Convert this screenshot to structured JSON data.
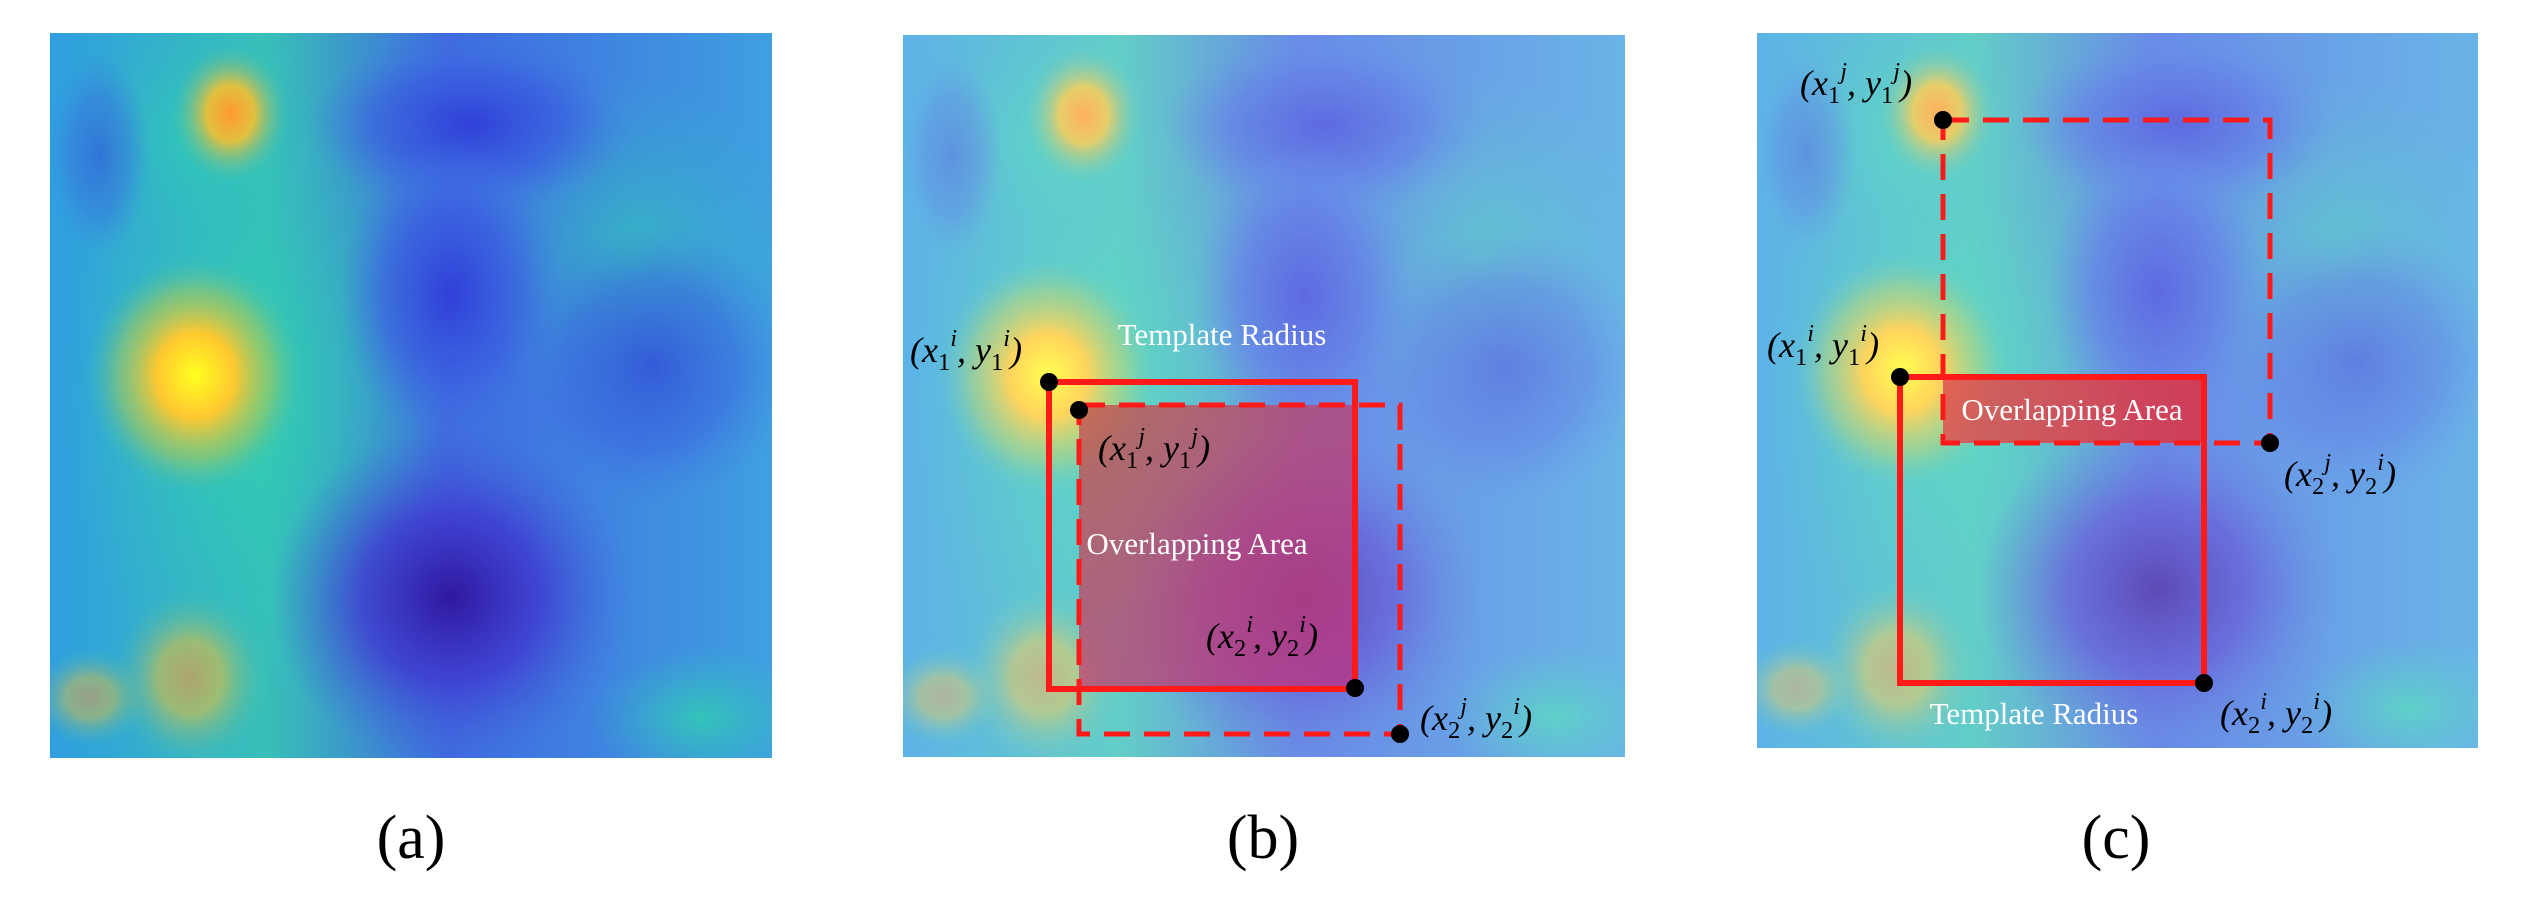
{
  "panels": [
    {
      "id": "a",
      "caption": "(a)"
    },
    {
      "id": "b",
      "caption": "(b)",
      "template_radius": "Template Radius",
      "overlap_label": "Overlapping Area",
      "points": {
        "i1": {
          "v1": "x",
          "s1": "1",
          "p1": "i",
          "v2": "y",
          "s2": "1",
          "p2": "i"
        },
        "j1": {
          "v1": "x",
          "s1": "1",
          "p1": "j",
          "v2": "y",
          "s2": "1",
          "p2": "j"
        },
        "i2": {
          "v1": "x",
          "s1": "2",
          "p1": "i",
          "v2": "y",
          "s2": "2",
          "p2": "i"
        },
        "j2": {
          "v1": "x",
          "s1": "2",
          "p1": "j",
          "v2": "y",
          "s2": "2",
          "p2": "i"
        }
      }
    },
    {
      "id": "c",
      "caption": "(c)",
      "template_radius": "Template Radius",
      "overlap_label": "Overlapping Area",
      "points": {
        "j1": {
          "v1": "x",
          "s1": "1",
          "p1": "j",
          "v2": "y",
          "s2": "1",
          "p2": "j"
        },
        "i1": {
          "v1": "x",
          "s1": "1",
          "p1": "i",
          "v2": "y",
          "s2": "1",
          "p2": "i"
        },
        "j2": {
          "v1": "x",
          "s1": "2",
          "p1": "j",
          "v2": "y",
          "s2": "2",
          "p2": "i"
        },
        "i2": {
          "v1": "x",
          "s1": "2",
          "p1": "i",
          "v2": "y",
          "s2": "2",
          "p2": "i"
        }
      }
    }
  ],
  "colors": {
    "box": "#ff1a1a",
    "point": "#000000",
    "overlay_label": "#ffffff"
  }
}
